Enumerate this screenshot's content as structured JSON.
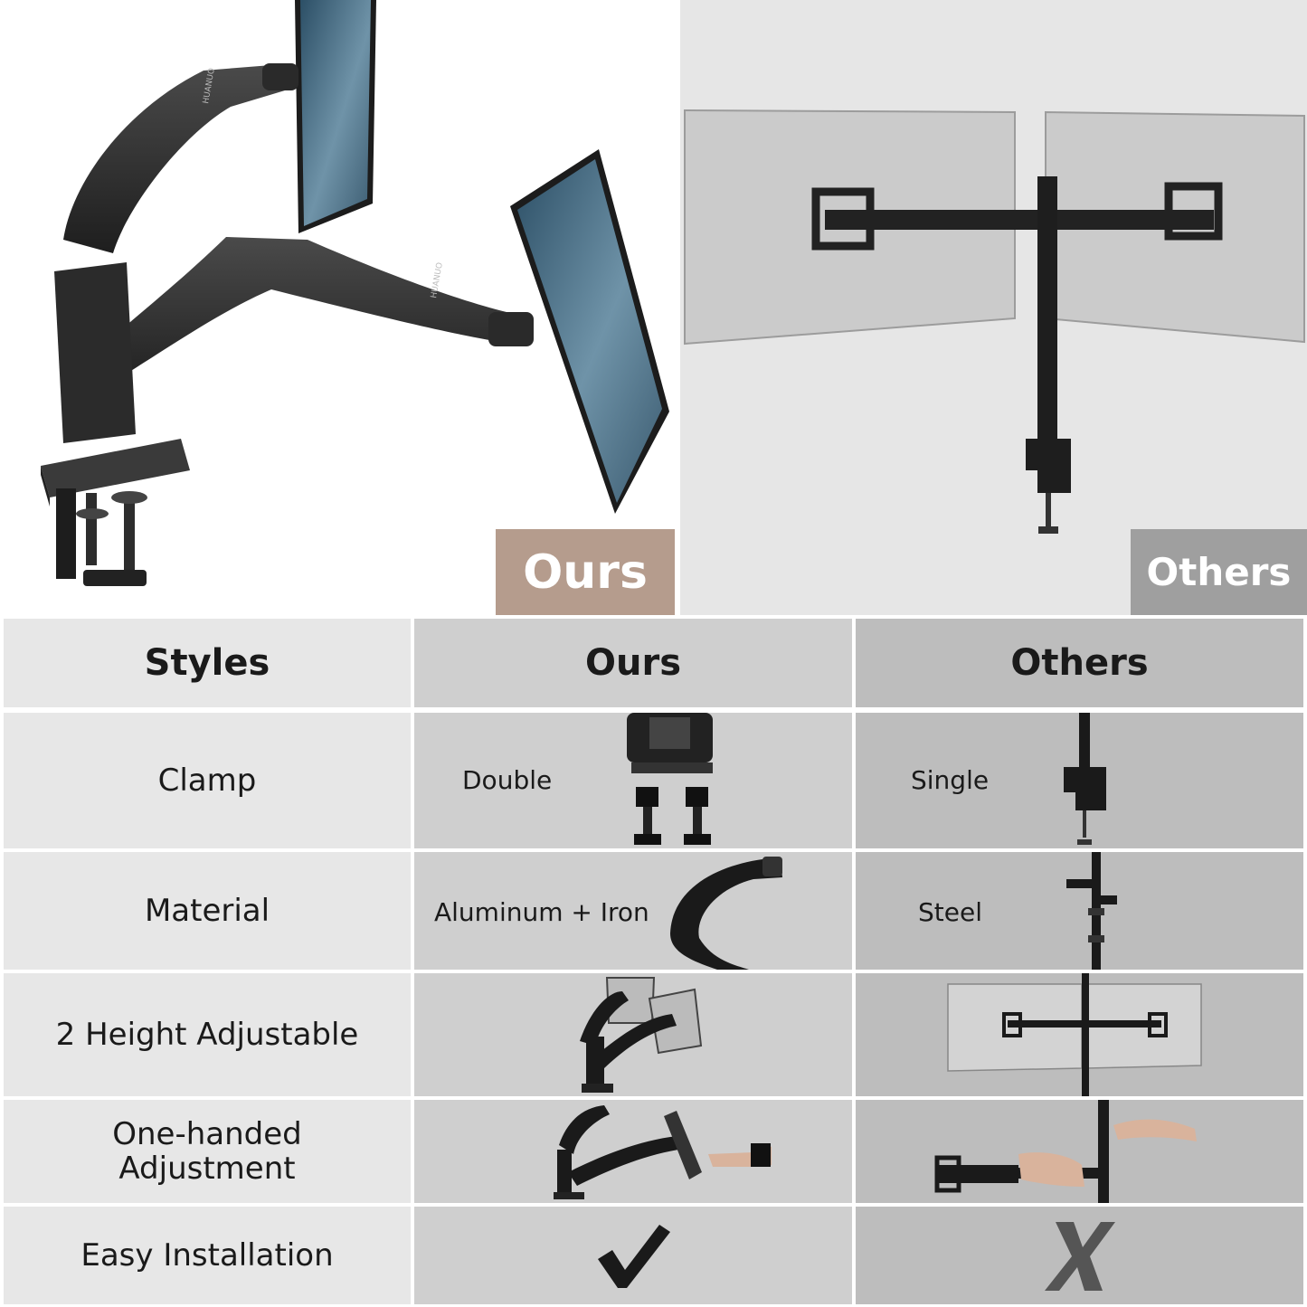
{
  "hero": {
    "ours_tag": "Ours",
    "others_tag": "Others",
    "brand_mark": "HUANUO"
  },
  "table": {
    "headers": [
      "Styles",
      "Ours",
      "Others"
    ],
    "rows": [
      {
        "style": "Clamp",
        "ours": "Double",
        "others": "Single"
      },
      {
        "style": "Material",
        "ours": "Aluminum + Iron",
        "others": "Steel"
      },
      {
        "style": "2 Height Adjustable",
        "ours": "",
        "others": ""
      },
      {
        "style": "One-handed\nAdjustment",
        "ours": "",
        "others": ""
      },
      {
        "style": "Easy Installation",
        "ours": "check-icon",
        "others": "cross-icon"
      }
    ]
  },
  "colors": {
    "ours_tag_bg": "#b59c8d",
    "others_tag_bg": "#9f9f9f",
    "style_col": "#e7e7e7",
    "ours_col": "#cfcfcf",
    "others_col": "#bdbdbd"
  }
}
